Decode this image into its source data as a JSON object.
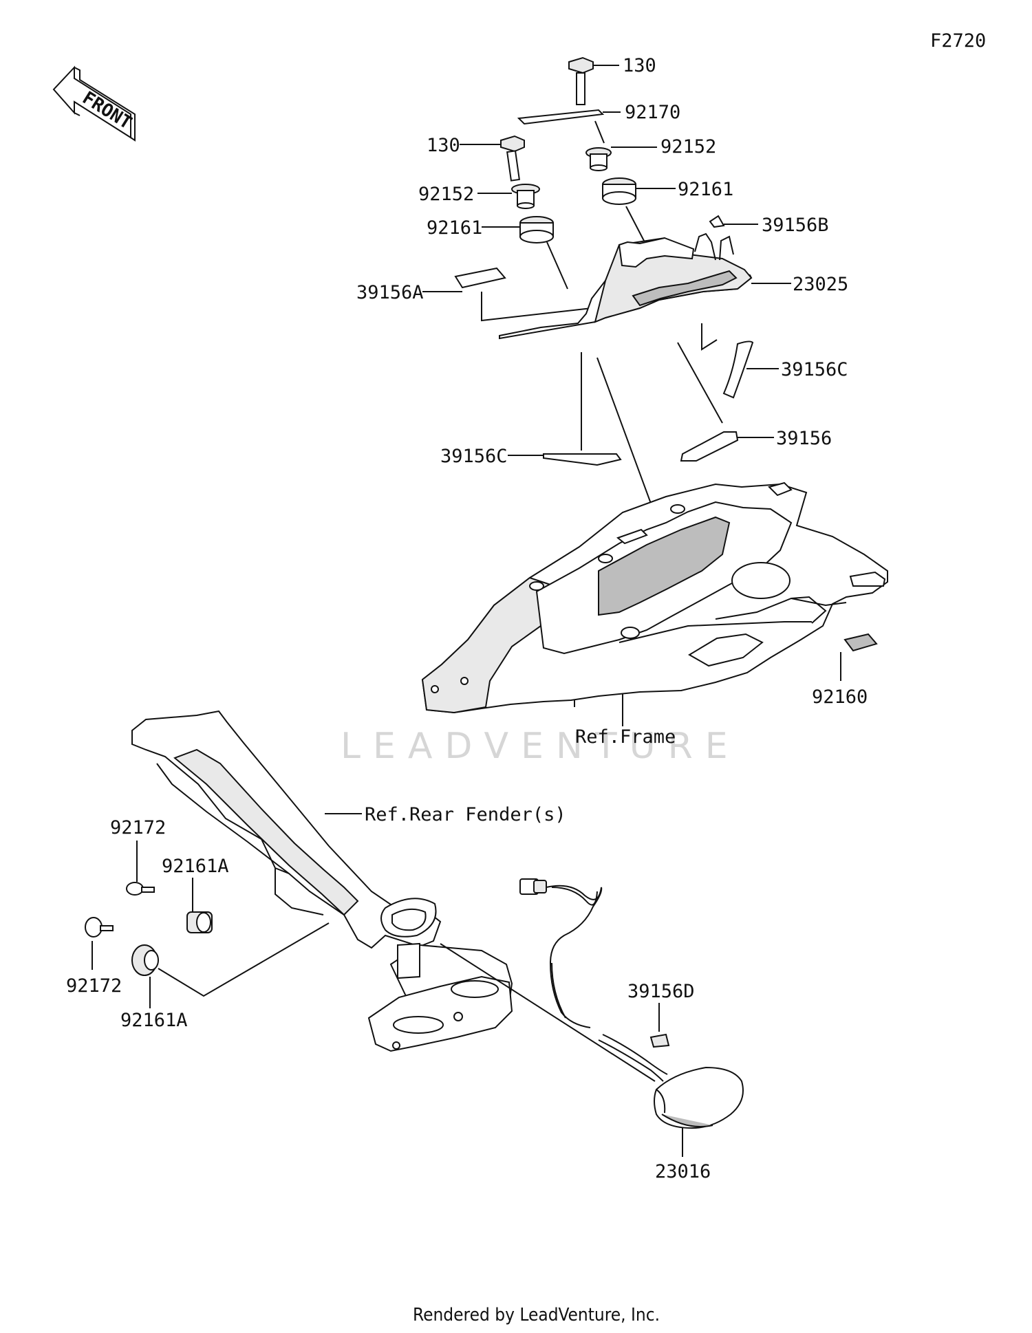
{
  "diagram_code": "F2720",
  "front_arrow_label": "FRONT",
  "watermark": "LEADVENTURE",
  "footer": "Rendered by LeadVenture, Inc.",
  "part_labels": {
    "bolt_top": "130",
    "bolt_left": "130",
    "plate_92170": "92170",
    "collar_right": "92152",
    "collar_left": "92152",
    "grommet_right": "92161",
    "grommet_left": "92161",
    "tag_39156b": "39156B",
    "tag_39156a": "39156A",
    "housing_23025": "23025",
    "tag_39156c_right": "39156C",
    "tag_39156": "39156",
    "tag_39156c_left": "39156C",
    "pad_92160": "92160",
    "ref_frame": "Ref.Frame",
    "ref_rear_fender": "Ref.Rear Fender(s)",
    "screw_92172_top": "92172",
    "grommet_92161a_top": "92161A",
    "screw_92172_bottom": "92172",
    "grommet_92161a_bottom": "92161A",
    "tag_39156d": "39156D",
    "lamp_23016": "23016"
  }
}
